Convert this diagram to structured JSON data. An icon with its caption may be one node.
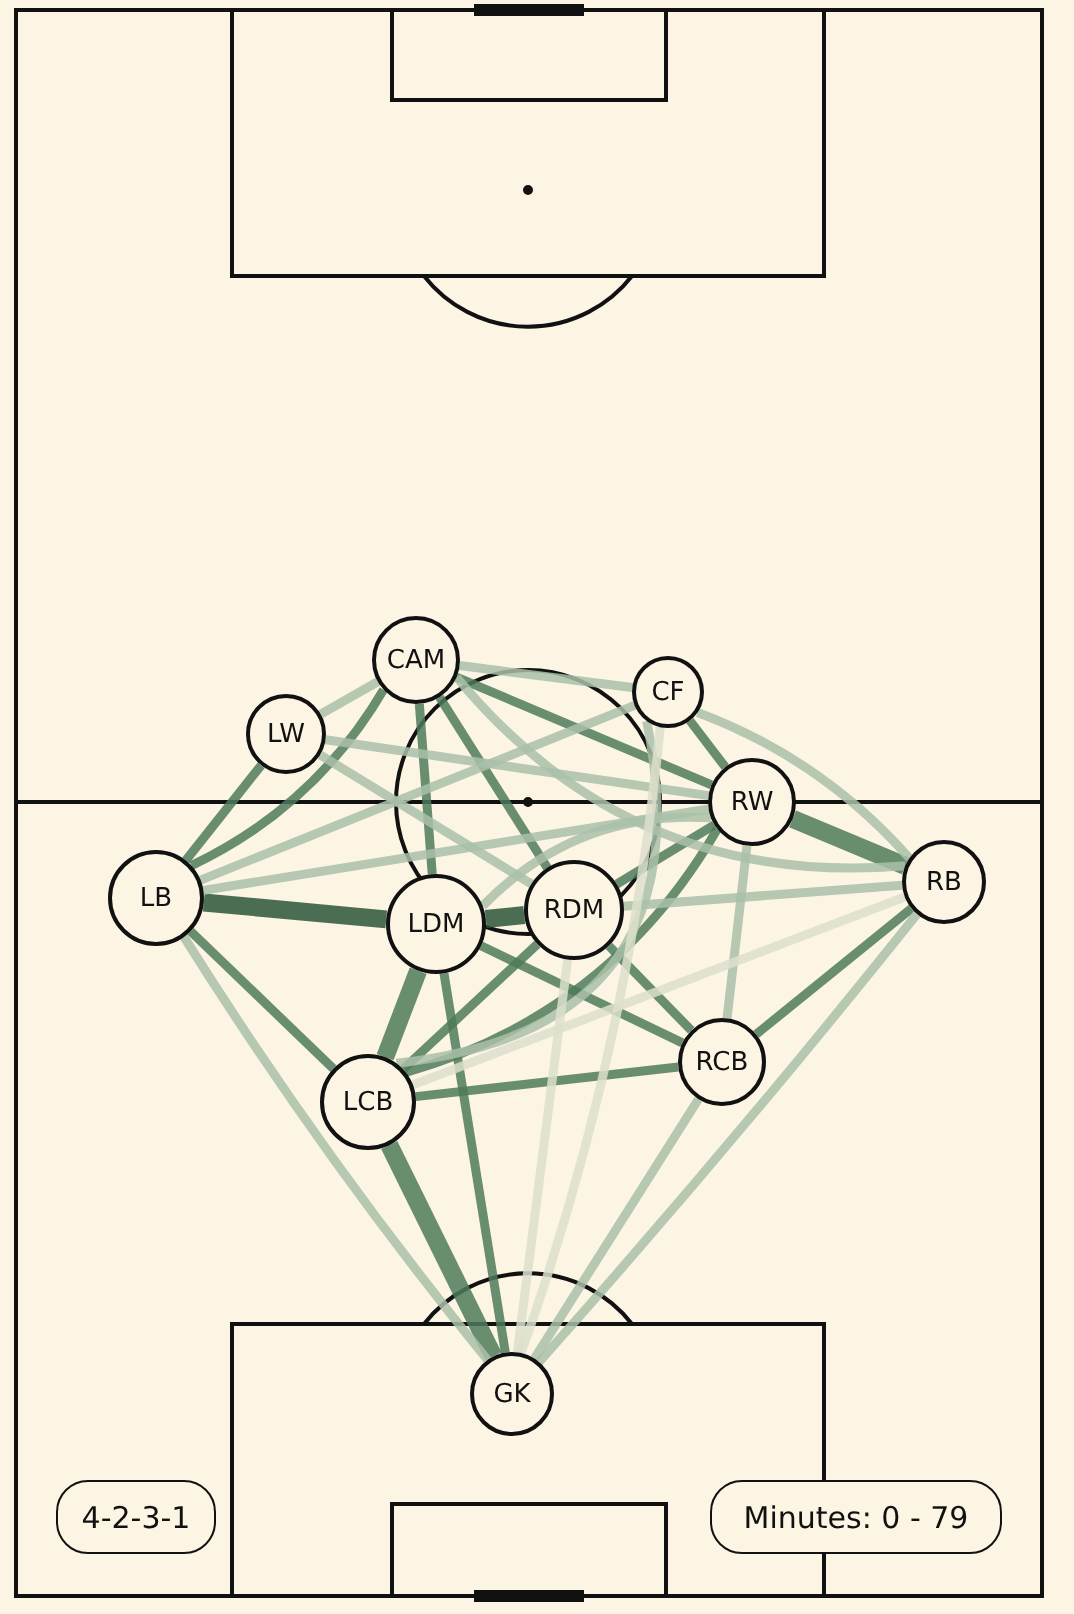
{
  "diagram": {
    "nodes": [
      {
        "text": [
          "CAM"
        ]
      },
      {
        "text": [
          "CF"
        ]
      },
      {
        "text": [
          "LW"
        ]
      },
      {
        "text": [
          "RW"
        ]
      },
      {
        "text": [
          "LB"
        ]
      },
      {
        "text": [
          "LDM"
        ]
      },
      {
        "text": [
          "RDM"
        ]
      },
      {
        "text": [
          "RB"
        ]
      },
      {
        "text": [
          "RCB"
        ]
      },
      {
        "text": [
          "LCB"
        ]
      },
      {
        "text": [
          "GK"
        ]
      },
      {
        "text": [
          "4-2-3-1"
        ]
      },
      {
        "text": [
          "Minutes: 0 - 79"
        ]
      }
    ],
    "edges": [
      {
        "from": 4,
        "to": 5,
        "arrow": "none",
        "style": "thick",
        "color": "#2c5639"
      },
      {
        "from": 5,
        "to": 6,
        "arrow": "none",
        "style": "thick",
        "color": "#2c5639"
      },
      {
        "from": 5,
        "to": 9,
        "arrow": "none",
        "style": "thick"
      },
      {
        "from": 9,
        "to": 10,
        "arrow": "none",
        "style": "thick"
      },
      {
        "from": 3,
        "to": 7,
        "arrow": "none",
        "style": "thick"
      },
      {
        "from": 4,
        "to": 0,
        "arrow": "none"
      },
      {
        "from": 4,
        "to": 2,
        "arrow": "none"
      },
      {
        "from": 4,
        "to": 9,
        "arrow": "none"
      },
      {
        "from": 0,
        "to": 5,
        "arrow": "none"
      },
      {
        "from": 0,
        "to": 6,
        "arrow": "none"
      },
      {
        "from": 0,
        "to": 3,
        "arrow": "none"
      },
      {
        "from": 1,
        "to": 3,
        "arrow": "none"
      },
      {
        "from": 3,
        "to": 6,
        "arrow": "none"
      },
      {
        "from": 3,
        "to": 9,
        "arrow": "none"
      },
      {
        "from": 6,
        "to": 8,
        "arrow": "none"
      },
      {
        "from": 6,
        "to": 9,
        "arrow": "none"
      },
      {
        "from": 5,
        "to": 8,
        "arrow": "none"
      },
      {
        "from": 5,
        "to": 10,
        "arrow": "none"
      },
      {
        "from": 7,
        "to": 8,
        "arrow": "none"
      },
      {
        "from": 8,
        "to": 9,
        "arrow": "none"
      },
      {
        "from": 4,
        "to": 3,
        "arrow": "none",
        "color": "#a9bfa8"
      },
      {
        "from": 4,
        "to": 10,
        "arrow": "none",
        "color": "#a9bfa8"
      },
      {
        "from": 0,
        "to": 2,
        "arrow": "none",
        "color": "#a9bfa8"
      },
      {
        "from": 0,
        "to": 7,
        "arrow": "none",
        "color": "#a9bfa8"
      },
      {
        "from": 0,
        "to": 1,
        "arrow": "none",
        "color": "#a9bfa8"
      },
      {
        "from": 2,
        "to": 3,
        "arrow": "none",
        "color": "#a9bfa8"
      },
      {
        "from": 2,
        "to": 6,
        "arrow": "none",
        "color": "#a9bfa8"
      },
      {
        "from": 1,
        "to": 7,
        "arrow": "none",
        "color": "#a9bfa8"
      },
      {
        "from": 1,
        "to": 4,
        "arrow": "none",
        "color": "#a9bfa8"
      },
      {
        "from": 1,
        "to": 9,
        "arrow": "none",
        "color": "#a9bfa8"
      },
      {
        "from": 3,
        "to": 8,
        "arrow": "none",
        "color": "#a9bfa8"
      },
      {
        "from": 3,
        "to": 5,
        "arrow": "none",
        "color": "#a9bfa8"
      },
      {
        "from": 7,
        "to": 6,
        "arrow": "none",
        "color": "#a9bfa8"
      },
      {
        "from": 7,
        "to": 10,
        "arrow": "none",
        "color": "#a9bfa8"
      },
      {
        "from": 8,
        "to": 10,
        "arrow": "none",
        "color": "#a9bfa8"
      },
      {
        "from": 7,
        "to": 9,
        "arrow": "none",
        "color": "#dcdfcc"
      },
      {
        "from": 6,
        "to": 10,
        "arrow": "none",
        "color": "#dcdfcc"
      },
      {
        "from": 1,
        "to": 10,
        "arrow": "none",
        "color": "#dcdfcc"
      }
    ]
  }
}
